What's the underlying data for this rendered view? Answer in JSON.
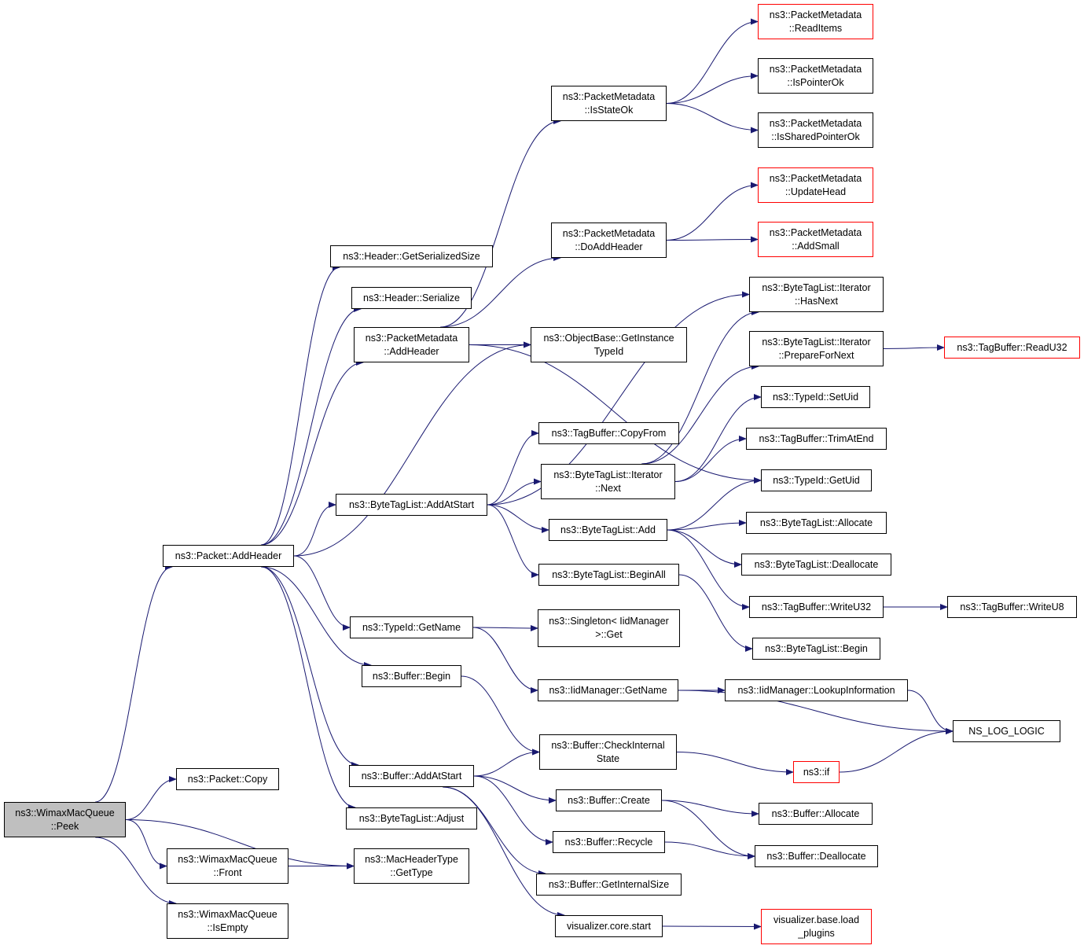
{
  "colors": {
    "edge": "#191970",
    "border": "#000000",
    "border_undocumented": "#ff0000",
    "root_fill": "#bfbfbf"
  },
  "nodes": [
    {
      "id": "n_peek",
      "lines": [
        "ns3::WimaxMacQueue",
        "::Peek"
      ],
      "root": true
    },
    {
      "id": "n_addheader",
      "lines": [
        "ns3::Packet::AddHeader"
      ]
    },
    {
      "id": "n_copy",
      "lines": [
        "ns3::Packet::Copy"
      ]
    },
    {
      "id": "n_front",
      "lines": [
        "ns3::WimaxMacQueue",
        "::Front"
      ]
    },
    {
      "id": "n_isempty",
      "lines": [
        "ns3::WimaxMacQueue",
        "::IsEmpty"
      ]
    },
    {
      "id": "n_getserializedsize",
      "lines": [
        "ns3::Header::GetSerializedSize"
      ]
    },
    {
      "id": "n_serialize",
      "lines": [
        "ns3::Header::Serialize"
      ]
    },
    {
      "id": "n_pm_addheader",
      "lines": [
        "ns3::PacketMetadata",
        "::AddHeader"
      ]
    },
    {
      "id": "n_btl_addatstart",
      "lines": [
        "ns3::ByteTagList::AddAtStart"
      ]
    },
    {
      "id": "n_typeid_getname",
      "lines": [
        "ns3::TypeId::GetName"
      ]
    },
    {
      "id": "n_buffer_begin",
      "lines": [
        "ns3::Buffer::Begin"
      ]
    },
    {
      "id": "n_buffer_addatstart",
      "lines": [
        "ns3::Buffer::AddAtStart"
      ]
    },
    {
      "id": "n_btl_adjust",
      "lines": [
        "ns3::ByteTagList::Adjust"
      ]
    },
    {
      "id": "n_machdr_gettype",
      "lines": [
        "ns3::MacHeaderType",
        "::GetType"
      ]
    },
    {
      "id": "n_pm_isstateok",
      "lines": [
        "ns3::PacketMetadata",
        "::IsStateOk"
      ]
    },
    {
      "id": "n_pm_doaddheader",
      "lines": [
        "ns3::PacketMetadata",
        "::DoAddHeader"
      ]
    },
    {
      "id": "n_getinstancetypeid",
      "lines": [
        "ns3::ObjectBase::GetInstance",
        "TypeId"
      ]
    },
    {
      "id": "n_tb_copyfrom",
      "lines": [
        "ns3::TagBuffer::CopyFrom"
      ]
    },
    {
      "id": "n_btl_it_next",
      "lines": [
        "ns3::ByteTagList::Iterator",
        "::Next"
      ]
    },
    {
      "id": "n_btl_add",
      "lines": [
        "ns3::ByteTagList::Add"
      ]
    },
    {
      "id": "n_btl_beginall",
      "lines": [
        "ns3::ByteTagList::BeginAll"
      ]
    },
    {
      "id": "n_singleton_get",
      "lines": [
        "ns3::Singleton< IidManager",
        " >::Get"
      ]
    },
    {
      "id": "n_iid_getname",
      "lines": [
        "ns3::IidManager::GetName"
      ]
    },
    {
      "id": "n_buf_checkinternal",
      "lines": [
        "ns3::Buffer::CheckInternal",
        "State"
      ]
    },
    {
      "id": "n_buf_create",
      "lines": [
        "ns3::Buffer::Create"
      ]
    },
    {
      "id": "n_buf_recycle",
      "lines": [
        "ns3::Buffer::Recycle"
      ]
    },
    {
      "id": "n_buf_getinternalsize",
      "lines": [
        "ns3::Buffer::GetInternalSize"
      ]
    },
    {
      "id": "n_vis_start",
      "lines": [
        "visualizer.core.start"
      ]
    },
    {
      "id": "n_pm_readitems",
      "lines": [
        "ns3::PacketMetadata",
        "::ReadItems"
      ],
      "red": true
    },
    {
      "id": "n_pm_ispointerok",
      "lines": [
        "ns3::PacketMetadata",
        "::IsPointerOk"
      ]
    },
    {
      "id": "n_pm_issharedpointerok",
      "lines": [
        "ns3::PacketMetadata",
        "::IsSharedPointerOk"
      ]
    },
    {
      "id": "n_pm_updatehead",
      "lines": [
        "ns3::PacketMetadata",
        "::UpdateHead"
      ],
      "red": true
    },
    {
      "id": "n_pm_addsmall",
      "lines": [
        "ns3::PacketMetadata",
        "::AddSmall"
      ],
      "red": true
    },
    {
      "id": "n_btl_it_hasnext",
      "lines": [
        "ns3::ByteTagList::Iterator",
        "::HasNext"
      ]
    },
    {
      "id": "n_btl_it_prepare",
      "lines": [
        "ns3::ByteTagList::Iterator",
        "::PrepareForNext"
      ]
    },
    {
      "id": "n_typeid_setuid",
      "lines": [
        "ns3::TypeId::SetUid"
      ]
    },
    {
      "id": "n_tb_trimatend",
      "lines": [
        "ns3::TagBuffer::TrimAtEnd"
      ]
    },
    {
      "id": "n_typeid_getuid",
      "lines": [
        "ns3::TypeId::GetUid"
      ]
    },
    {
      "id": "n_btl_allocate",
      "lines": [
        "ns3::ByteTagList::Allocate"
      ]
    },
    {
      "id": "n_btl_deallocate",
      "lines": [
        "ns3::ByteTagList::Deallocate"
      ]
    },
    {
      "id": "n_tb_writeu32",
      "lines": [
        "ns3::TagBuffer::WriteU32"
      ]
    },
    {
      "id": "n_btl_begin",
      "lines": [
        "ns3::ByteTagList::Begin"
      ]
    },
    {
      "id": "n_iid_lookup",
      "lines": [
        "ns3::IidManager::LookupInformation"
      ]
    },
    {
      "id": "n_if",
      "lines": [
        "ns3::if"
      ],
      "red": true
    },
    {
      "id": "n_buf_allocate",
      "lines": [
        "ns3::Buffer::Allocate"
      ]
    },
    {
      "id": "n_buf_deallocate",
      "lines": [
        "ns3::Buffer::Deallocate"
      ]
    },
    {
      "id": "n_vis_loadplugins",
      "lines": [
        "visualizer.base.load",
        "_plugins"
      ],
      "red": true
    },
    {
      "id": "n_tb_readu32",
      "lines": [
        "ns3::TagBuffer::ReadU32"
      ],
      "red": true
    },
    {
      "id": "n_tb_writeu8",
      "lines": [
        "ns3::TagBuffer::WriteU8"
      ]
    },
    {
      "id": "n_ns_log_logic",
      "lines": [
        "NS_LOG_LOGIC"
      ]
    }
  ],
  "edges": [
    [
      "n_peek",
      "n_addheader"
    ],
    [
      "n_peek",
      "n_copy"
    ],
    [
      "n_peek",
      "n_front"
    ],
    [
      "n_peek",
      "n_isempty"
    ],
    [
      "n_peek",
      "n_machdr_gettype"
    ],
    [
      "n_front",
      "n_machdr_gettype"
    ],
    [
      "n_addheader",
      "n_getserializedsize"
    ],
    [
      "n_addheader",
      "n_serialize"
    ],
    [
      "n_addheader",
      "n_pm_addheader"
    ],
    [
      "n_addheader",
      "n_getinstancetypeid"
    ],
    [
      "n_addheader",
      "n_btl_addatstart"
    ],
    [
      "n_addheader",
      "n_typeid_getname"
    ],
    [
      "n_addheader",
      "n_buffer_begin"
    ],
    [
      "n_addheader",
      "n_buffer_addatstart"
    ],
    [
      "n_addheader",
      "n_btl_adjust"
    ],
    [
      "n_pm_addheader",
      "n_pm_isstateok"
    ],
    [
      "n_pm_addheader",
      "n_pm_doaddheader"
    ],
    [
      "n_pm_addheader",
      "n_getinstancetypeid"
    ],
    [
      "n_pm_addheader",
      "n_typeid_getuid"
    ],
    [
      "n_pm_isstateok",
      "n_pm_readitems"
    ],
    [
      "n_pm_isstateok",
      "n_pm_ispointerok"
    ],
    [
      "n_pm_isstateok",
      "n_pm_issharedpointerok"
    ],
    [
      "n_pm_doaddheader",
      "n_pm_updatehead"
    ],
    [
      "n_pm_doaddheader",
      "n_pm_addsmall"
    ],
    [
      "n_btl_addatstart",
      "n_tb_copyfrom"
    ],
    [
      "n_btl_addatstart",
      "n_btl_it_next"
    ],
    [
      "n_btl_addatstart",
      "n_btl_add"
    ],
    [
      "n_btl_addatstart",
      "n_btl_beginall"
    ],
    [
      "n_btl_addatstart",
      "n_btl_it_hasnext"
    ],
    [
      "n_btl_it_next",
      "n_btl_it_hasnext"
    ],
    [
      "n_btl_it_next",
      "n_btl_it_prepare"
    ],
    [
      "n_btl_it_next",
      "n_typeid_setuid"
    ],
    [
      "n_btl_it_next",
      "n_tb_trimatend"
    ],
    [
      "n_btl_add",
      "n_typeid_getuid"
    ],
    [
      "n_btl_add",
      "n_btl_allocate"
    ],
    [
      "n_btl_add",
      "n_btl_deallocate"
    ],
    [
      "n_btl_add",
      "n_tb_writeu32"
    ],
    [
      "n_btl_beginall",
      "n_btl_begin"
    ],
    [
      "n_btl_it_prepare",
      "n_tb_readu32"
    ],
    [
      "n_tb_writeu32",
      "n_tb_writeu8"
    ],
    [
      "n_typeid_getname",
      "n_singleton_get"
    ],
    [
      "n_typeid_getname",
      "n_iid_getname"
    ],
    [
      "n_iid_getname",
      "n_iid_lookup"
    ],
    [
      "n_iid_getname",
      "n_ns_log_logic"
    ],
    [
      "n_iid_lookup",
      "n_ns_log_logic"
    ],
    [
      "n_buffer_begin",
      "n_buf_checkinternal"
    ],
    [
      "n_buffer_addatstart",
      "n_buf_checkinternal"
    ],
    [
      "n_buffer_addatstart",
      "n_buf_create"
    ],
    [
      "n_buffer_addatstart",
      "n_buf_recycle"
    ],
    [
      "n_buffer_addatstart",
      "n_buf_getinternalsize"
    ],
    [
      "n_buffer_addatstart",
      "n_vis_start"
    ],
    [
      "n_buf_checkinternal",
      "n_if"
    ],
    [
      "n_if",
      "n_ns_log_logic"
    ],
    [
      "n_buf_create",
      "n_buf_allocate"
    ],
    [
      "n_buf_create",
      "n_buf_deallocate"
    ],
    [
      "n_buf_recycle",
      "n_buf_deallocate"
    ],
    [
      "n_vis_start",
      "n_vis_loadplugins"
    ]
  ]
}
